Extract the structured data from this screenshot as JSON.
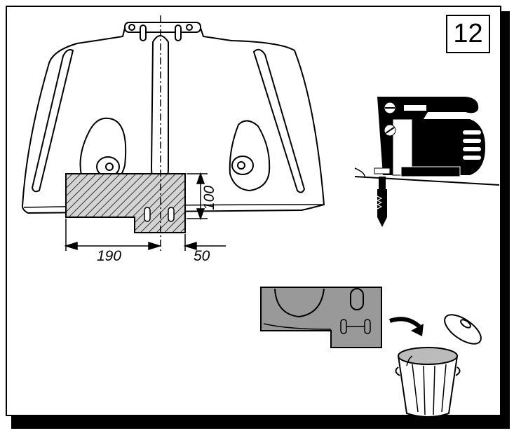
{
  "step_number": "12",
  "dimensions": {
    "width": "190",
    "offset": "50",
    "height": "100"
  },
  "icons": [
    "tractor-seat-pan-diagram",
    "jigsaw-icon",
    "cut-piece-icon",
    "discard-arrow-icon",
    "trash-can-icon"
  ]
}
